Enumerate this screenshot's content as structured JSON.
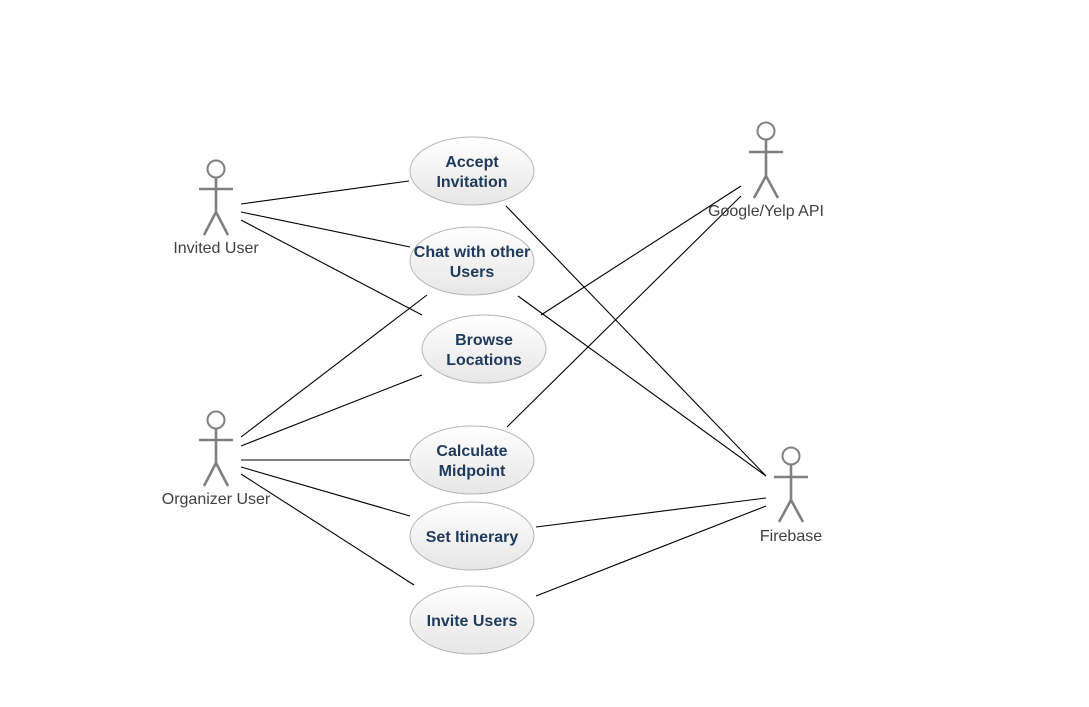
{
  "diagram": {
    "actors": {
      "invited_user": {
        "label": "Invited User"
      },
      "organizer_user": {
        "label": "Organizer User"
      },
      "google_yelp_api": {
        "label": "Google/Yelp API"
      },
      "firebase": {
        "label": "Firebase"
      }
    },
    "use_cases": {
      "accept_invitation": {
        "lines": [
          "Accept",
          "Invitation"
        ]
      },
      "chat_with_other_users": {
        "lines": [
          "Chat with other",
          "Users"
        ]
      },
      "browse_locations": {
        "lines": [
          "Browse",
          "Locations"
        ]
      },
      "calculate_midpoint": {
        "lines": [
          "Calculate",
          "Midpoint"
        ]
      },
      "set_itinerary": {
        "lines": [
          "Set Itinerary"
        ]
      },
      "invite_users": {
        "lines": [
          "Invite Users"
        ]
      }
    },
    "associations": [
      {
        "from": "invited_user",
        "to": "accept_invitation"
      },
      {
        "from": "invited_user",
        "to": "chat_with_other_users"
      },
      {
        "from": "invited_user",
        "to": "browse_locations"
      },
      {
        "from": "organizer_user",
        "to": "chat_with_other_users"
      },
      {
        "from": "organizer_user",
        "to": "browse_locations"
      },
      {
        "from": "organizer_user",
        "to": "calculate_midpoint"
      },
      {
        "from": "organizer_user",
        "to": "set_itinerary"
      },
      {
        "from": "organizer_user",
        "to": "invite_users"
      },
      {
        "from": "accept_invitation",
        "to": "firebase"
      },
      {
        "from": "chat_with_other_users",
        "to": "firebase"
      },
      {
        "from": "set_itinerary",
        "to": "firebase"
      },
      {
        "from": "invite_users",
        "to": "firebase"
      },
      {
        "from": "browse_locations",
        "to": "google_yelp_api"
      },
      {
        "from": "calculate_midpoint",
        "to": "google_yelp_api"
      }
    ],
    "colors": {
      "actor_stroke": "#808080",
      "line": "#000000",
      "usecase_text": "#1f3a5a",
      "usecase_fill_top": "#ffffff",
      "usecase_fill_bottom": "#e8e8e8"
    }
  }
}
